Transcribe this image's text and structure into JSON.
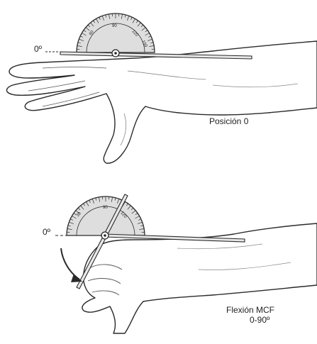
{
  "panels": [
    {
      "zero_label": "0º",
      "caption_line1": "Posición 0",
      "caption_line2": ""
    },
    {
      "zero_label": "0º",
      "caption_line1": "Flexión MCF",
      "caption_line2": "0-90º"
    }
  ],
  "goniometer": {
    "scale_labels": [
      "30",
      "60",
      "90",
      "120",
      "150"
    ]
  },
  "colors": {
    "line": "#2a2a2a",
    "protractor_fill": "#d9d9d9",
    "skin": "#ffffff"
  }
}
